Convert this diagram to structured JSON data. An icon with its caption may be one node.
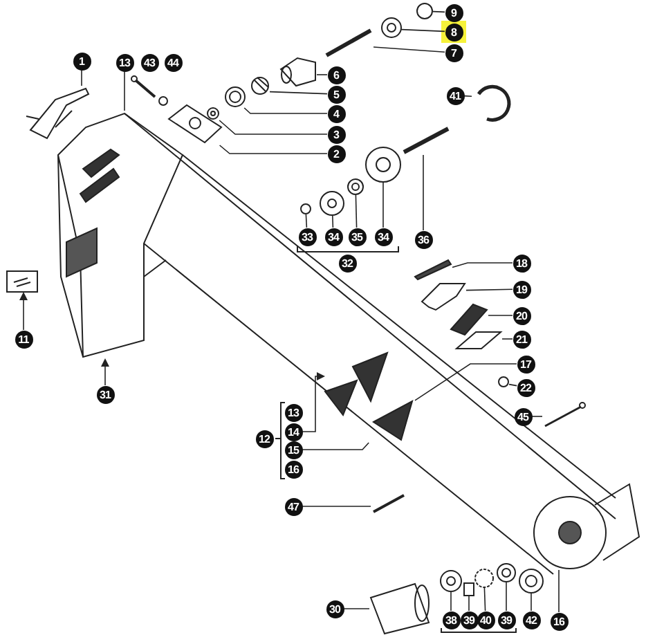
{
  "diagram": {
    "nodes": [
      {
        "text": [
          "1"
        ]
      },
      {
        "text": [
          "13"
        ]
      },
      {
        "text": [
          "9"
        ]
      },
      {
        "text": [
          "8"
        ]
      },
      {
        "text": [
          "7"
        ]
      },
      {
        "text": [
          "6"
        ]
      },
      {
        "text": [
          "41"
        ]
      },
      {
        "text": [
          "5"
        ]
      },
      {
        "text": [
          "4"
        ]
      },
      {
        "text": [
          "3"
        ]
      },
      {
        "text": [
          "2"
        ]
      },
      {
        "text": [
          "33"
        ]
      },
      {
        "text": [
          "34"
        ]
      },
      {
        "text": [
          "35"
        ]
      },
      {
        "text": [
          "34"
        ]
      },
      {
        "text": [
          "36"
        ]
      },
      {
        "text": [
          "18"
        ]
      },
      {
        "text": [
          "19"
        ]
      },
      {
        "text": [
          "20"
        ]
      },
      {
        "text": [
          "21"
        ]
      },
      {
        "text": [
          "17"
        ]
      },
      {
        "text": [
          "22"
        ]
      },
      {
        "text": [
          "11"
        ]
      },
      {
        "text": [
          "31"
        ]
      },
      {
        "text": [
          "45"
        ]
      },
      {
        "text": [
          "14"
        ]
      },
      {
        "text": [
          "15"
        ]
      },
      {
        "text": [
          "47"
        ]
      },
      {
        "text": [
          "30"
        ]
      },
      {
        "text": [
          "38"
        ]
      },
      {
        "text": [
          "39"
        ]
      },
      {
        "text": [
          "40"
        ]
      },
      {
        "text": [
          "39"
        ]
      },
      {
        "text": [
          "42"
        ]
      },
      {
        "text": [
          "16"
        ]
      },
      {
        "text": [
          "43"
        ]
      },
      {
        "text": [
          "44"
        ]
      },
      {
        "text": [
          "32"
        ]
      },
      {
        "text": [
          "12"
        ]
      },
      {
        "text": [
          "13"
        ]
      },
      {
        "text": [
          "16"
        ]
      },
      {
        "text": [],
        "shape": "circle"
      },
      {
        "text": [],
        "shape": "picture"
      },
      {
        "text": [],
        "shape": "picture"
      },
      {
        "text": [],
        "shape": "picture"
      },
      {
        "text": [],
        "shape": "picture"
      },
      {
        "text": [],
        "shape": "picture"
      },
      {
        "text": [],
        "shape": "picture"
      },
      {
        "text": [],
        "shape": "picture"
      },
      {
        "text": [],
        "shape": "picture"
      },
      {
        "text": [],
        "shape": "picture"
      },
      {
        "text": [],
        "shape": "picture"
      },
      {
        "text": [],
        "shape": "picture"
      },
      {
        "text": [],
        "shape": "picture"
      },
      {
        "text": [],
        "shape": "picture"
      },
      {
        "text": [],
        "shape": "picture"
      },
      {
        "text": [],
        "shape": "circle"
      },
      {
        "text": [],
        "shape": "bar"
      },
      {
        "text": [],
        "shape": "picture"
      },
      {
        "text": [],
        "shape": "picture"
      },
      {
        "text": [],
        "shape": "picture"
      },
      {
        "text": [],
        "shape": "picture"
      },
      {
        "text": [],
        "shape": "picture"
      },
      {
        "text": [],
        "shape": "circle"
      },
      {
        "text": [],
        "shape": "picture"
      },
      {
        "text": [],
        "shape": "picture"
      },
      {
        "text": [],
        "shape": "picture"
      },
      {
        "text": [],
        "shape": "picture"
      },
      {
        "text": [],
        "shape": "picture"
      },
      {
        "text": [],
        "shape": "circle"
      },
      {
        "text": [],
        "shape": "picture"
      },
      {
        "text": [],
        "shape": "box"
      },
      {
        "text": [],
        "shape": "picture"
      }
    ],
    "edges": [
      {
        "from": 0,
        "to": 46,
        "arrow": "none"
      },
      {
        "from": 1,
        "to": 50,
        "arrow": "none"
      },
      {
        "from": 2,
        "to": 41,
        "arrow": "none"
      },
      {
        "from": 3,
        "to": 42,
        "arrow": "none"
      },
      {
        "from": 4,
        "to": 43,
        "arrow": "none"
      },
      {
        "from": 5,
        "to": 44,
        "arrow": "none"
      },
      {
        "from": 6,
        "to": 48,
        "arrow": "none"
      },
      {
        "from": 7,
        "to": 45,
        "arrow": "none"
      },
      {
        "from": 8,
        "to": 47,
        "arrow": "none"
      },
      {
        "from": 9,
        "to": 49,
        "arrow": "none"
      },
      {
        "from": 10,
        "to": 51,
        "arrow": "none"
      },
      {
        "from": 11,
        "to": 56,
        "arrow": "none"
      },
      {
        "from": 12,
        "to": 55,
        "arrow": "none"
      },
      {
        "from": 13,
        "to": 54,
        "arrow": "none"
      },
      {
        "from": 14,
        "to": 53,
        "arrow": "none"
      },
      {
        "from": 15,
        "to": 52,
        "arrow": "none"
      },
      {
        "from": 16,
        "to": 57,
        "arrow": "none"
      },
      {
        "from": 17,
        "to": 59,
        "arrow": "none"
      },
      {
        "from": 18,
        "to": 61,
        "arrow": "none"
      },
      {
        "from": 19,
        "to": 62,
        "arrow": "none"
      },
      {
        "from": 20,
        "to": 60,
        "arrow": "none"
      },
      {
        "from": 21,
        "to": 63,
        "arrow": "none"
      },
      {
        "from": 22,
        "to": 58,
        "arrow": "to"
      },
      {
        "from": 23,
        "to": 50,
        "arrow": "to"
      },
      {
        "from": 24,
        "to": 64,
        "arrow": "none"
      },
      {
        "from": 25,
        "to": 60,
        "arrow": "to"
      },
      {
        "from": 26,
        "to": 60,
        "arrow": "none"
      },
      {
        "from": 27,
        "to": 65,
        "arrow": "none"
      },
      {
        "from": 28,
        "to": 72,
        "arrow": "none"
      },
      {
        "from": 29,
        "to": 70,
        "arrow": "none"
      },
      {
        "from": 30,
        "to": 71,
        "arrow": "none"
      },
      {
        "from": 31,
        "to": 69,
        "arrow": "none"
      },
      {
        "from": 32,
        "to": 68,
        "arrow": "none"
      },
      {
        "from": 33,
        "to": 67,
        "arrow": "none"
      },
      {
        "from": 34,
        "to": 66,
        "arrow": "none"
      }
    ]
  }
}
